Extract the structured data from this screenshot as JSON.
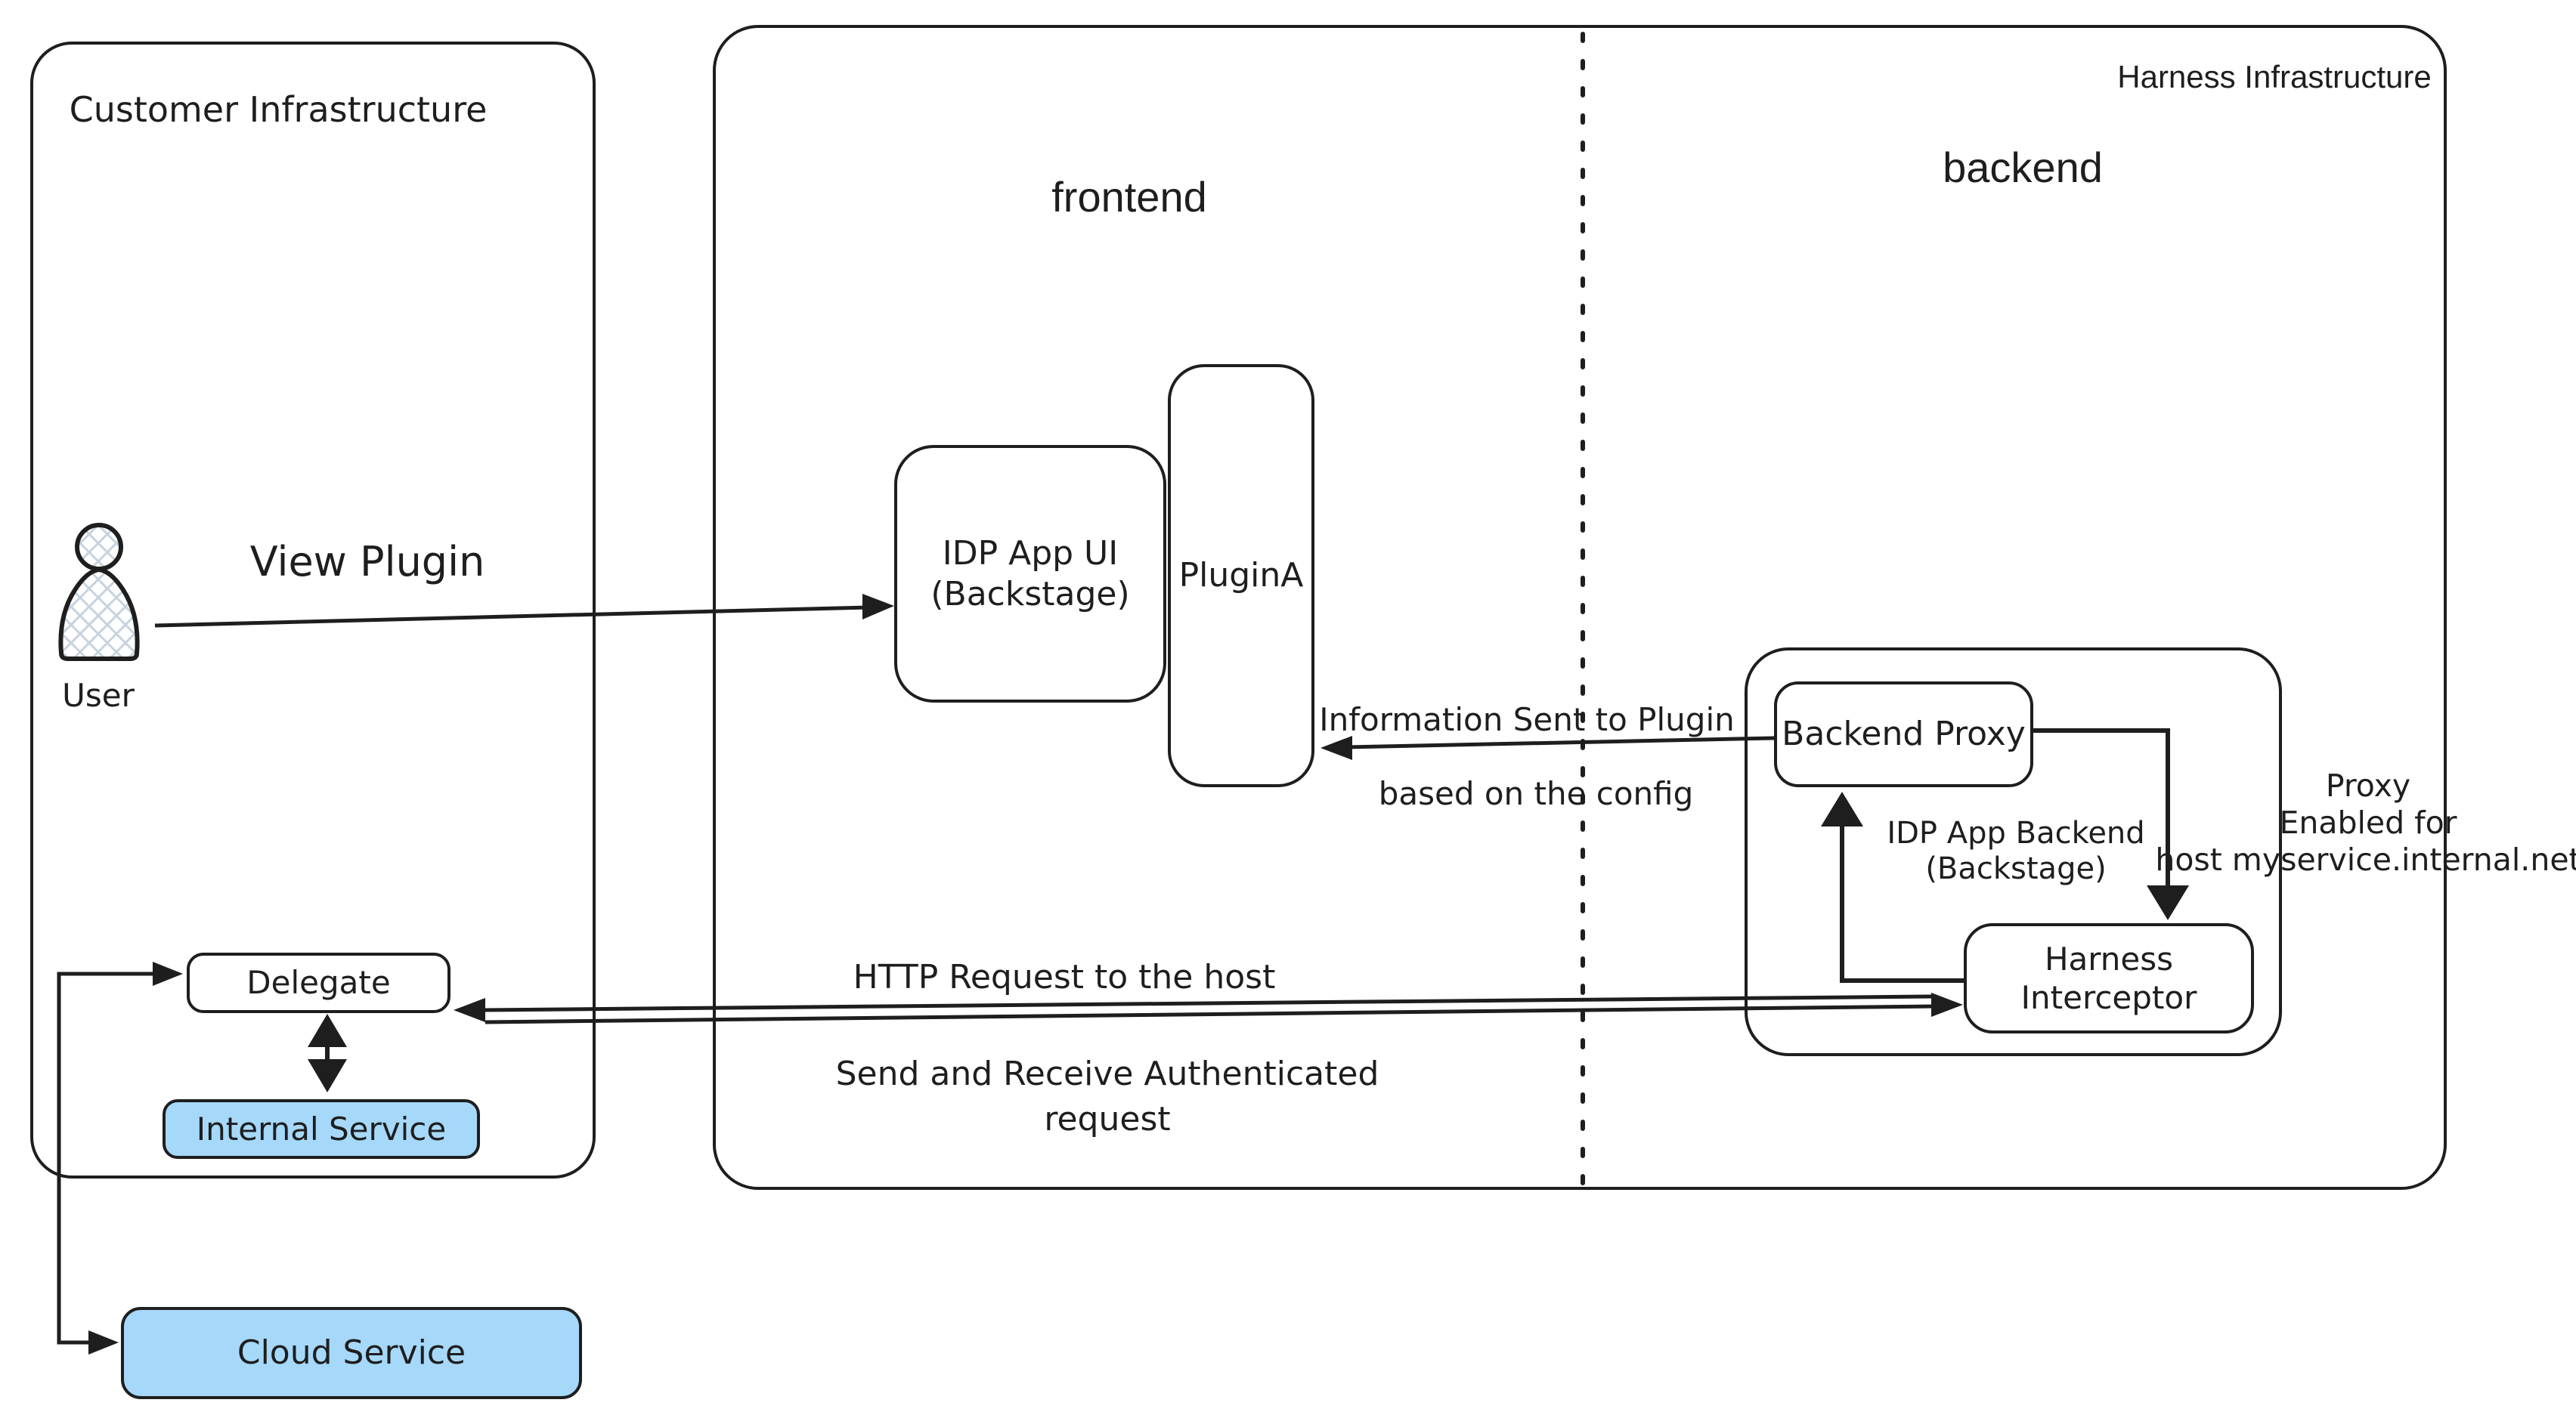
{
  "colors": {
    "stroke": "#1e1e1e",
    "service_fill_blue": "#a6d8fa",
    "background": "#ffffff",
    "user_icon_hatch": "#c7d3de"
  },
  "customer": {
    "title": "Customer Infrastructure",
    "user_label": "User",
    "view_plugin_label": "View Plugin",
    "delegate_label": "Delegate",
    "internal_service_label": "Internal Service",
    "cloud_service_label": "Cloud Service"
  },
  "harness": {
    "title": "Harness Infrastructure",
    "frontend_label": "frontend",
    "backend_label": "backend",
    "idp_app_ui_line1": "IDP App UI",
    "idp_app_ui_line2": "(Backstage)",
    "plugin_label": "PluginA",
    "backend_proxy_label": "Backend Proxy",
    "harness_interceptor_line1": "Harness",
    "harness_interceptor_line2": "Interceptor",
    "idp_app_backend_line1": "IDP App Backend",
    "idp_app_backend_line2": "(Backstage)",
    "proxy_note_line1": "Proxy",
    "proxy_note_line2": "Enabled for",
    "proxy_note_line3": "host myservice.internal.net"
  },
  "edges": {
    "info_sent_line1": "Information Sent to Plugin",
    "info_sent_line2": "based on the config",
    "http_request": "HTTP Request to the host",
    "auth_request_line1": "Send and Receive Authenticated",
    "auth_request_line2": "request"
  }
}
